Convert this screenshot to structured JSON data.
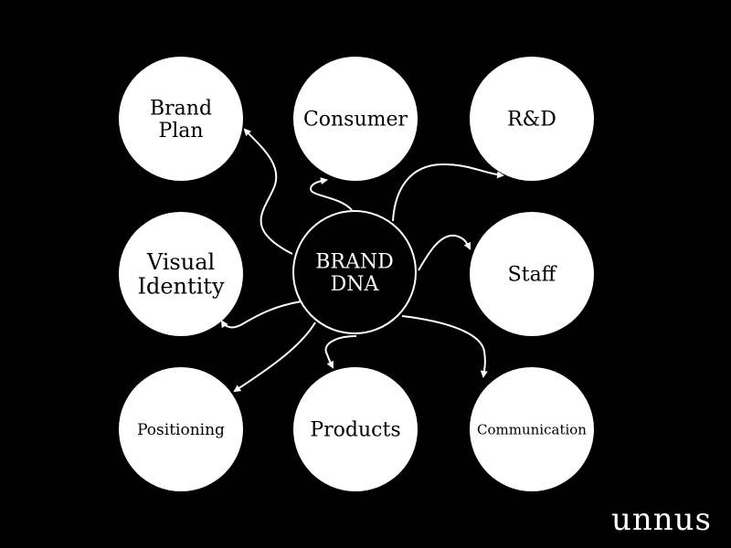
{
  "colors": {
    "background": "#000000",
    "node_fill": "#ffffff",
    "node_text": "#000000",
    "center_fill": "#000000",
    "center_stroke": "#ffffff",
    "center_text": "#ffffff",
    "arrow": "#ffffff"
  },
  "center": {
    "label_lines": [
      "BRAND",
      "DNA"
    ]
  },
  "nodes": [
    {
      "id": "brand-plan",
      "label_lines": [
        "Brand",
        "Plan"
      ]
    },
    {
      "id": "consumer",
      "label_lines": [
        "Consumer"
      ]
    },
    {
      "id": "rnd",
      "label_lines": [
        "R&D"
      ]
    },
    {
      "id": "visual-identity",
      "label_lines": [
        "Visual",
        "Identity"
      ]
    },
    {
      "id": "staff",
      "label_lines": [
        "Staff"
      ]
    },
    {
      "id": "positioning",
      "label_lines": [
        "Positioning"
      ]
    },
    {
      "id": "products",
      "label_lines": [
        "Products"
      ]
    },
    {
      "id": "communication",
      "label_lines": [
        "Communication"
      ]
    }
  ],
  "logo": {
    "text": "unnus",
    "icon": "unnus-wordmark-logo"
  }
}
